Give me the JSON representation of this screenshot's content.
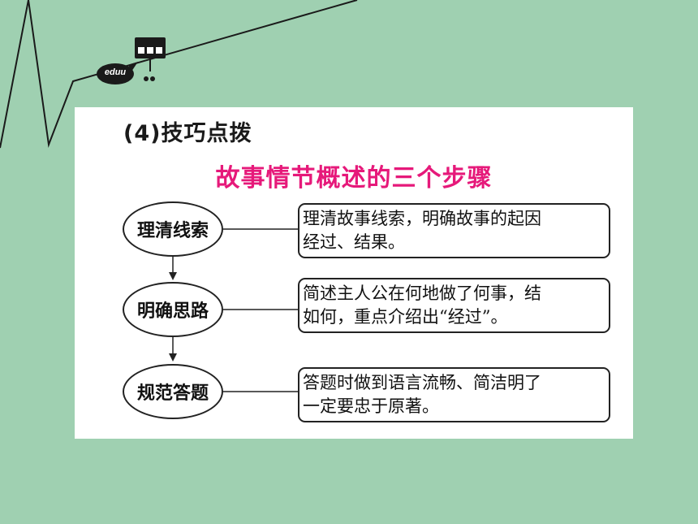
{
  "slide": {
    "background_color": "#9fd0b1",
    "logo_text": "eduu"
  },
  "card": {
    "section_title": "(4)技巧点拨",
    "diagram_title": "故事情节概述的三个步骤",
    "title_color": "#e6197a"
  },
  "steps": [
    {
      "label": "理清线索",
      "description_lines": [
        "理清故事线索，明确故事的起因",
        "经过、结果。"
      ]
    },
    {
      "label": "明确思路",
      "description_lines": [
        "简述主人公在何地做了何事，结",
        "如何，重点介绍出“经过”。"
      ]
    },
    {
      "label": "规范答题",
      "description_lines": [
        "答题时做到语言流畅、简洁明了",
        "一定要忠于原著。"
      ]
    }
  ]
}
